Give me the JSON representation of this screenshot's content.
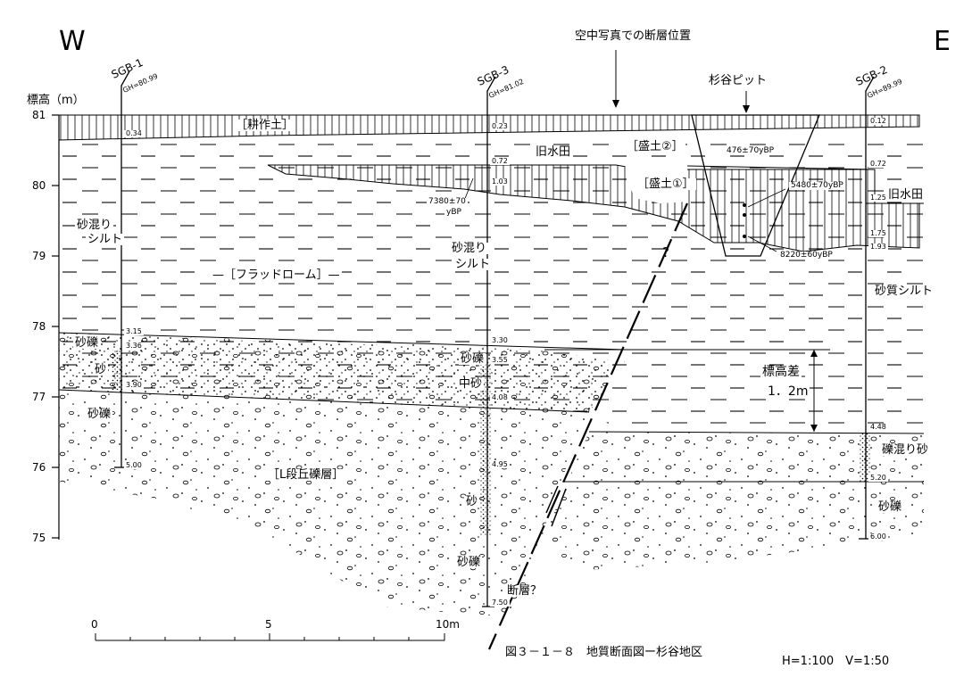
{
  "compass": {
    "west": "W",
    "east": "E"
  },
  "header": {
    "fault_air_photo": "空中写真での断層位置",
    "pit": "杉谷ピット"
  },
  "axis": {
    "title": "標高（m）",
    "ticks": [
      {
        "label": "81",
        "value": 81
      },
      {
        "label": "80",
        "value": 80
      },
      {
        "label": "79",
        "value": 79
      },
      {
        "label": "78",
        "value": 78
      },
      {
        "label": "77",
        "value": 77
      },
      {
        "label": "76",
        "value": 76
      },
      {
        "label": "75",
        "value": 75
      }
    ]
  },
  "boreholes": [
    {
      "id": "SGB-1",
      "gh": "GH=80.99",
      "depths": [
        "0.34",
        "3.15",
        "3.36",
        "3.90",
        "5.00"
      ]
    },
    {
      "id": "SGB-3",
      "gh": "GH=81.02",
      "depths": [
        "0.23",
        "0.72",
        "1.03",
        "3.30",
        "3.55",
        "4.08",
        "4.95",
        "7.50"
      ]
    },
    {
      "id": "SGB-2",
      "gh": "GH=89.99",
      "depths": [
        "0.12",
        "0.72",
        "1.25",
        "1.75",
        "1.93",
        "4.48",
        "5.20",
        "6.00"
      ]
    }
  ],
  "layers": {
    "topsoil": "［耕作土］",
    "old_paddy_1": "旧水田",
    "old_paddy_2": "旧水田",
    "fill_2": "［盛土②］",
    "fill_1": "［盛土①］",
    "flood_loam": "—［フラッドローム］—",
    "terrace_gravel": "［L段丘礫層］",
    "sandy_silt_w1": "砂混り",
    "sandy_silt_w2": "シルト",
    "sandy_silt_c1": "砂混り",
    "sandy_silt_c2": "シルト",
    "sandy_silt_e": "砂質シルト",
    "sand_gravel_1": "砂礫",
    "sand_1": "砂",
    "sand_gravel_2": "砂礫",
    "sand_gravel_3": "砂礫",
    "medium_sand": "中砂",
    "sand_2": "砂",
    "sand_gravel_4": "砂礫",
    "gravel_sand": "礫混り砂",
    "sand_gravel_5": "砂礫",
    "fault_q": "断層？",
    "q1": "?",
    "height_diff_1": "標高差",
    "height_diff_2": "1．2m"
  },
  "dates": {
    "d7380a": "7380±70",
    "d7380b": "yBP",
    "d476": "476±70yBP",
    "d5480": "5480±70yBP",
    "d8220": "8220±60yBP"
  },
  "scalebar": {
    "zero": "0",
    "five": "5",
    "ten": "10m"
  },
  "caption": "図３－１－８　地質断面図ー杉谷地区",
  "scale_note": "H=1:100　V=1:50"
}
